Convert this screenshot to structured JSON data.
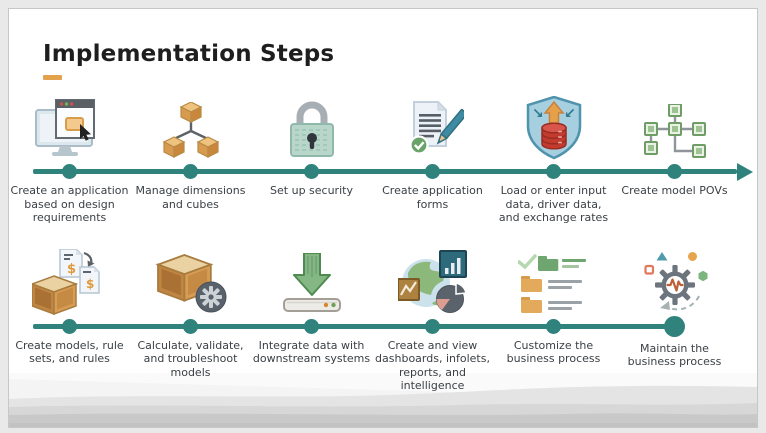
{
  "slide": {
    "title": "Implementation Steps",
    "accent_color": "#E5A24D",
    "timeline_color": "#2F837C",
    "footer_image": "faded-grayscale-hills-landscape"
  },
  "rows": [
    {
      "end_style": "arrow",
      "steps": [
        {
          "icon": "monitor-app-icon",
          "label": "Create an application based on design requirements"
        },
        {
          "icon": "dimension-cubes-icon",
          "label": "Manage dimensions and cubes"
        },
        {
          "icon": "security-lock-icon",
          "label": "Set up security"
        },
        {
          "icon": "form-pencil-icon",
          "label": "Create application forms"
        },
        {
          "icon": "shield-database-icon",
          "label": "Load or enter input data, driver data, and exchange rates"
        },
        {
          "icon": "model-pov-tree-icon",
          "label": "Create model POVs"
        }
      ]
    },
    {
      "end_style": "dot",
      "steps": [
        {
          "icon": "crate-documents-icon",
          "label": "Create models, rule sets, and rules"
        },
        {
          "icon": "crate-gear-icon",
          "label": "Calculate, validate, and troubleshoot models"
        },
        {
          "icon": "download-server-icon",
          "label": "Integrate data with downstream systems"
        },
        {
          "icon": "dashboards-charts-icon",
          "label": "Create and view dashboards, infolets, reports, and intelligence"
        },
        {
          "icon": "folders-checklist-icon",
          "label": "Customize the business process"
        },
        {
          "icon": "gear-pulse-icon",
          "label": "Maintain the business process"
        }
      ]
    }
  ]
}
